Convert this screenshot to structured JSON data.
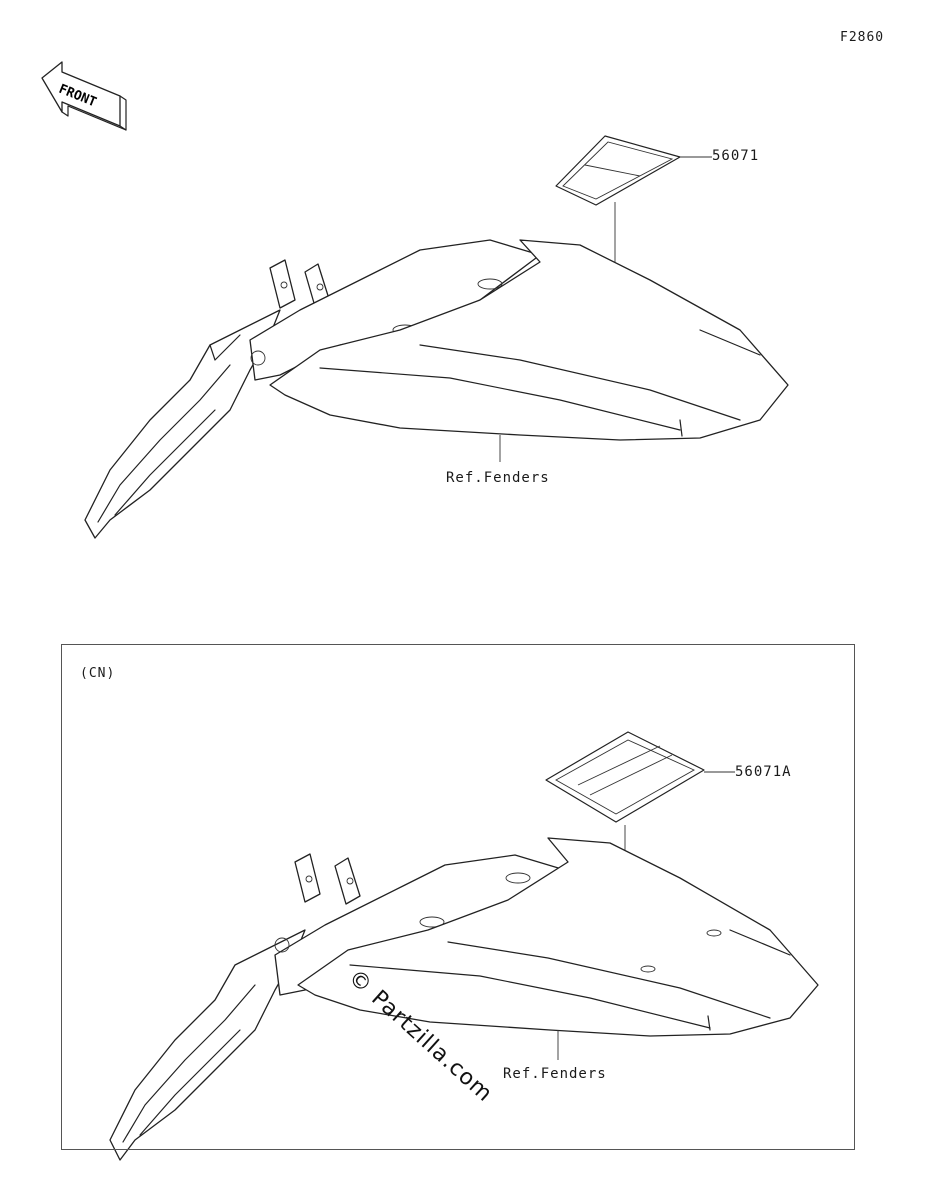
{
  "figure_id": "F2860",
  "front_arrow_label": "FRONT",
  "top_view": {
    "sticker_part_number": "56071",
    "fender_ref": "Ref.Fenders"
  },
  "cn_view": {
    "tag": "(CN)",
    "sticker_part_number": "56071A",
    "fender_ref": "Ref.Fenders"
  },
  "watermark": "© Partzilla.com"
}
